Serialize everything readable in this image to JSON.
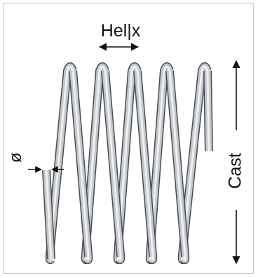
{
  "diagram": {
    "top_label": "Hel|x",
    "diameter_label": "ø",
    "side_label": "Cast"
  },
  "colors": {
    "wire_fill": "#c4c8cc",
    "wire_highlight": "#eef0f2",
    "wire_outline": "#4a4d50",
    "arrow": "#111111",
    "frame_border": "#c9c9c9"
  }
}
